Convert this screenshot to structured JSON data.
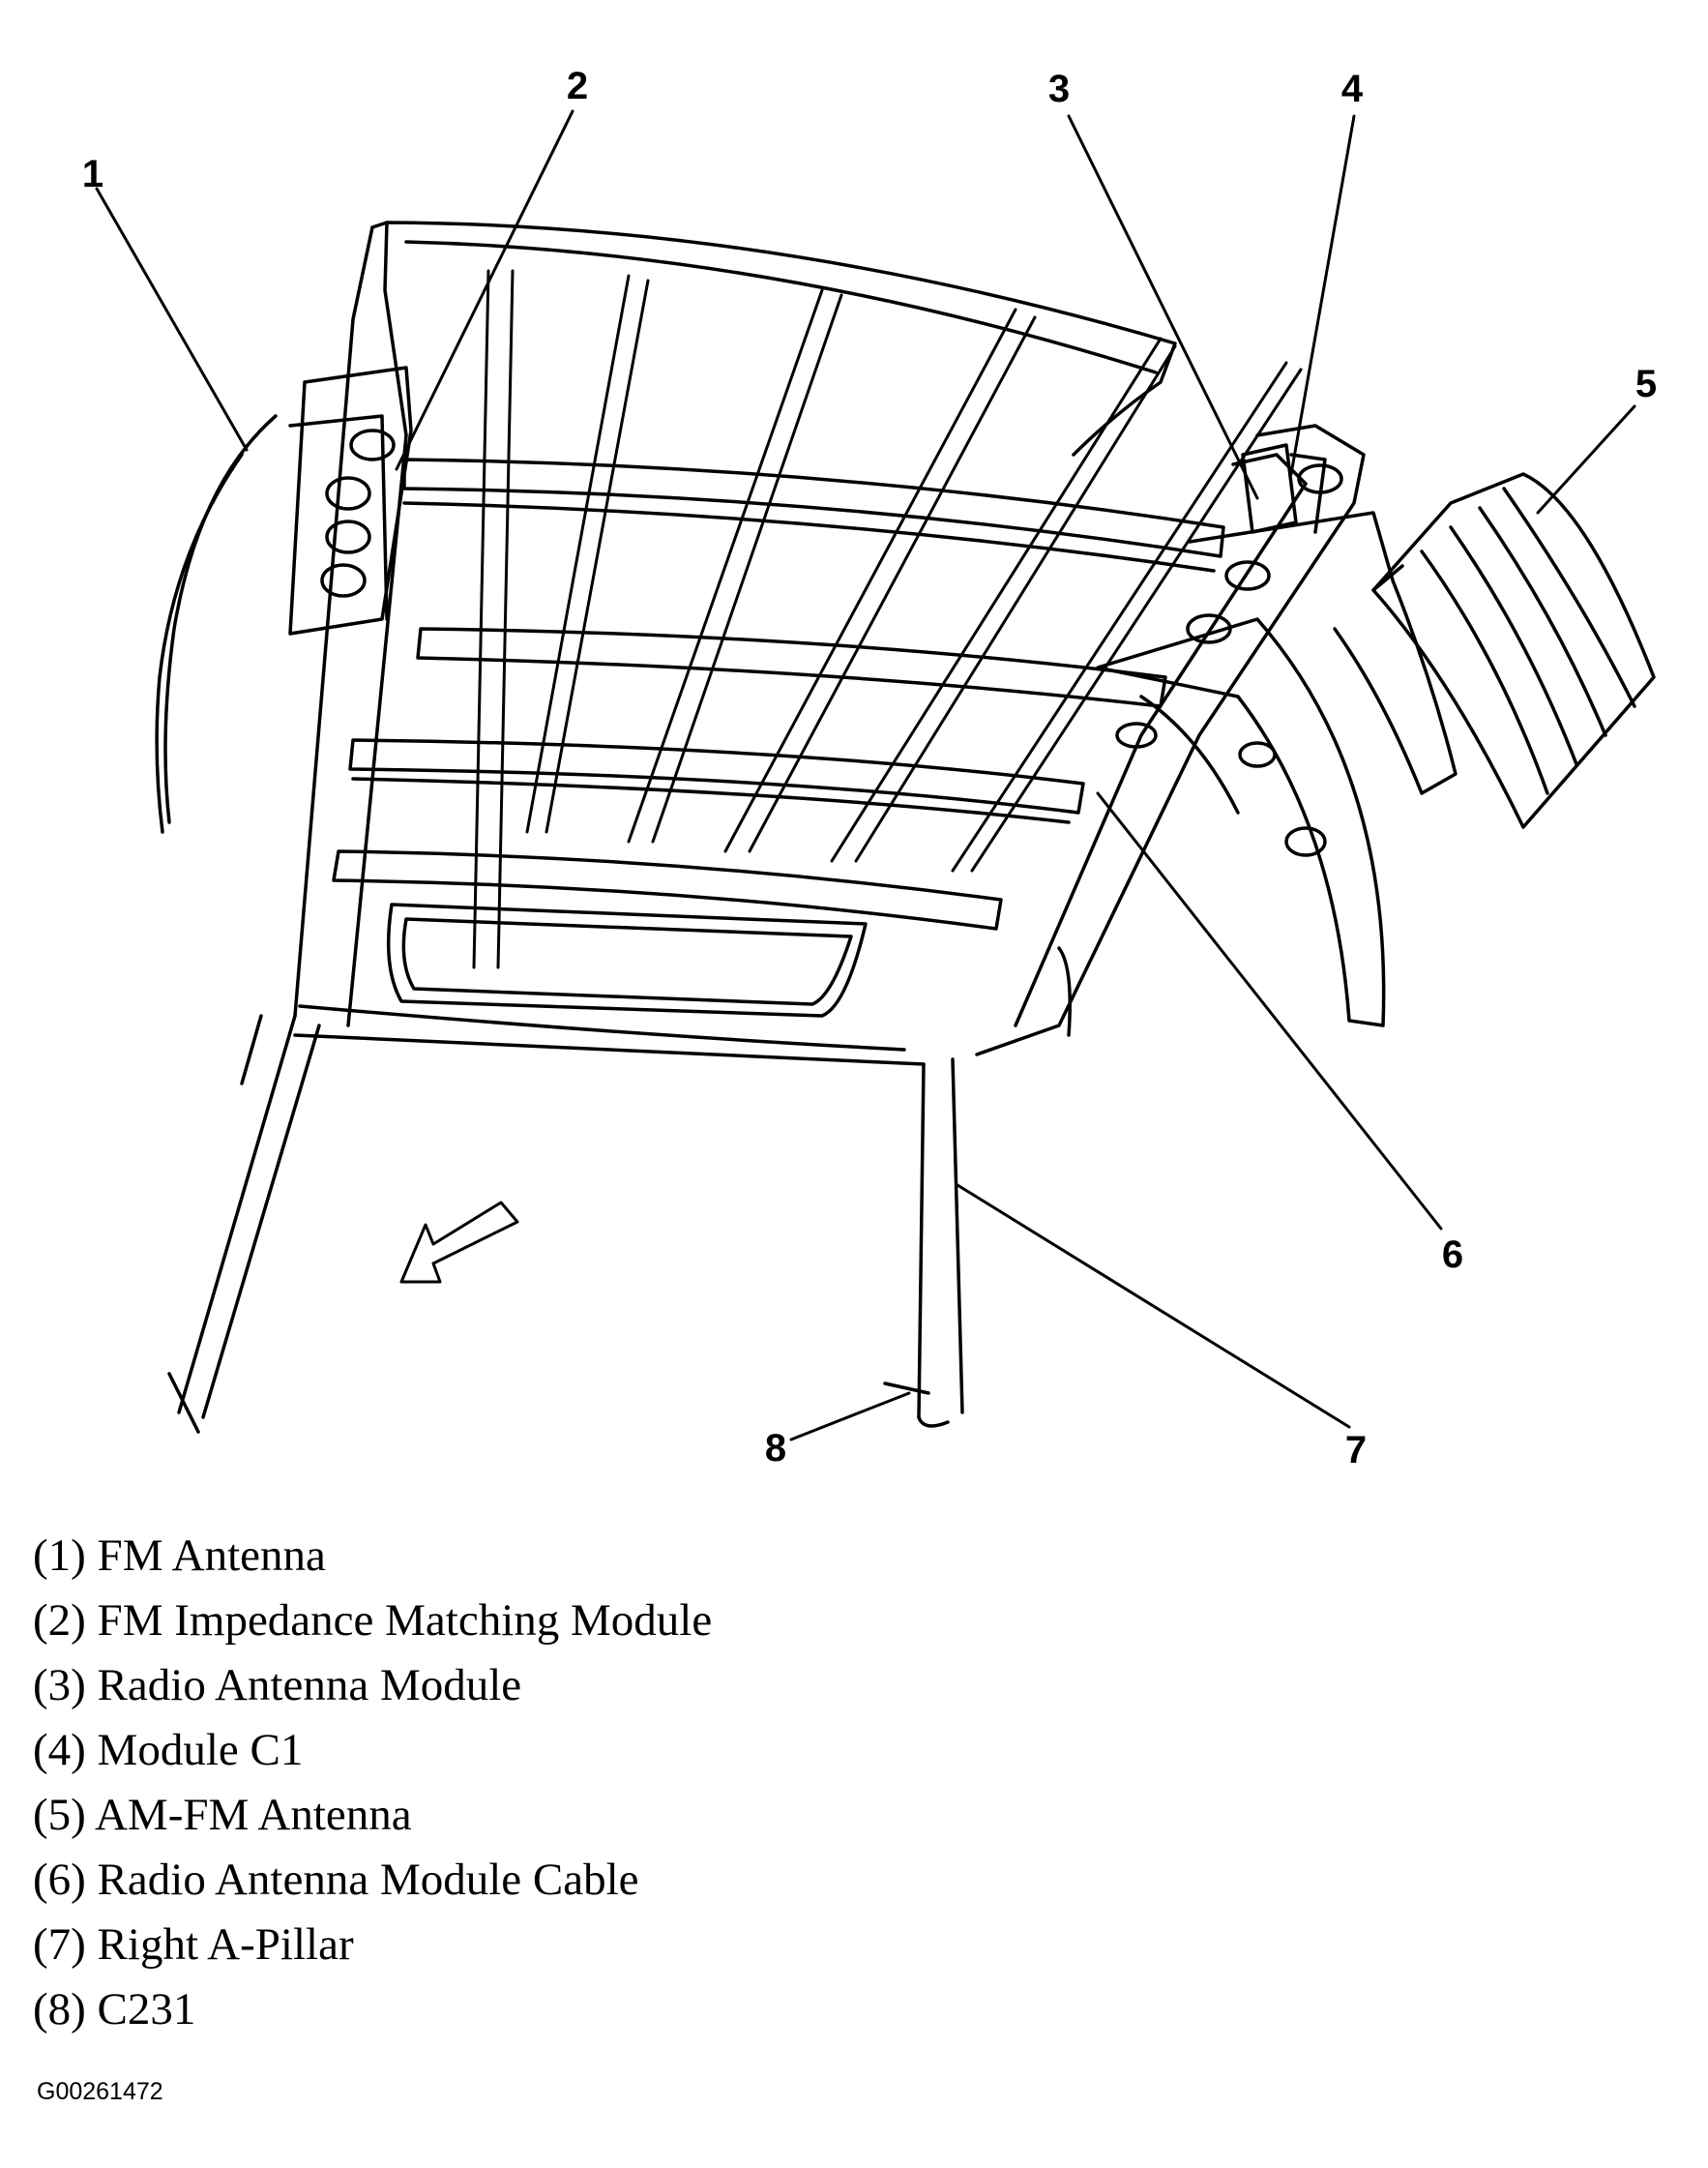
{
  "callouts": [
    "1",
    "2",
    "3",
    "4",
    "5",
    "6",
    "7",
    "8"
  ],
  "legend": [
    "(1) FM Antenna",
    "(2) FM Impedance Matching Module",
    "(3) Radio Antenna Module",
    "(4) Module C1",
    "(5) AM-FM Antenna",
    "(6) Radio Antenna Module Cable",
    "(7) Right A-Pillar",
    "(8) C231"
  ],
  "figure_code": "G00261472",
  "colors": {
    "line": "#000000",
    "background": "#ffffff"
  }
}
